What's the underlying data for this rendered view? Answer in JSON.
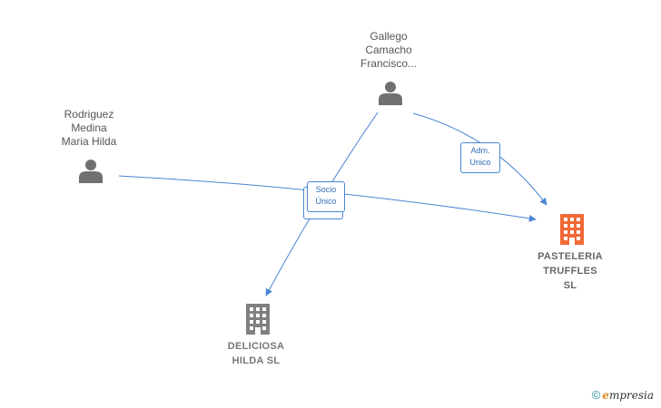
{
  "people": [
    {
      "id": "gallego",
      "lines": [
        "Gallego",
        "Camacho",
        "Francisco..."
      ]
    },
    {
      "id": "rodriguez",
      "lines": [
        "Rodriguez",
        "Medina",
        "Maria Hilda"
      ]
    }
  ],
  "companies": [
    {
      "id": "pasteleria",
      "lines": [
        "PASTELERIA",
        "TRUFFLES",
        "SL"
      ],
      "color": "#f06a35"
    },
    {
      "id": "deliciosa",
      "lines": [
        "DELICIOSA",
        "HILDA  SL"
      ],
      "color": "#808080"
    }
  ],
  "relations": [
    {
      "id": "socio",
      "lines": [
        "Socio",
        "Único"
      ]
    },
    {
      "id": "adm",
      "lines": [
        "Adm.",
        "Unico"
      ]
    }
  ],
  "footer": {
    "copyright": "©",
    "brand_initial": "e",
    "brand_rest": "mpresia"
  },
  "colors": {
    "edge": "#4a86d4",
    "person_icon": "#707070"
  }
}
